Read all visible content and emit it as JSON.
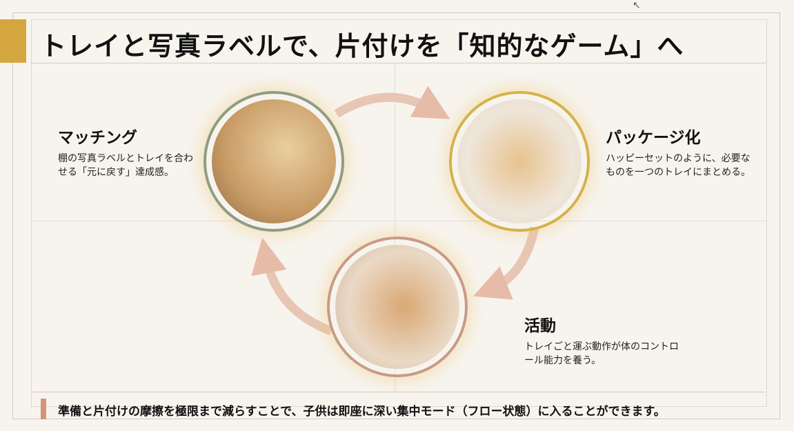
{
  "title": "トレイと写真ラベルで、片付けを「知的なゲーム」へ",
  "steps": [
    {
      "heading": "マッチング",
      "body": "棚の写真ラベルとトレイを合わせる「元に戻す」達成感。",
      "ring_color": "#8f9c84"
    },
    {
      "heading": "パッケージ化",
      "body": "ハッピーセットのように、必要なものを一つのトレイにまとめる。",
      "ring_color": "#d4b24a"
    },
    {
      "heading": "活動",
      "body": "トレイごと運ぶ動作が体のコントロール能力を養う。",
      "ring_color": "#c99a85"
    }
  ],
  "footer": "準備と片付けの摩擦を極限まで減らすことで、子供は即座に深い集中モード（フロー状態）に入ることができます。",
  "colors": {
    "accent": "#d4a640",
    "arrow": "#e6bca8",
    "footer_bar": "#d39478"
  }
}
